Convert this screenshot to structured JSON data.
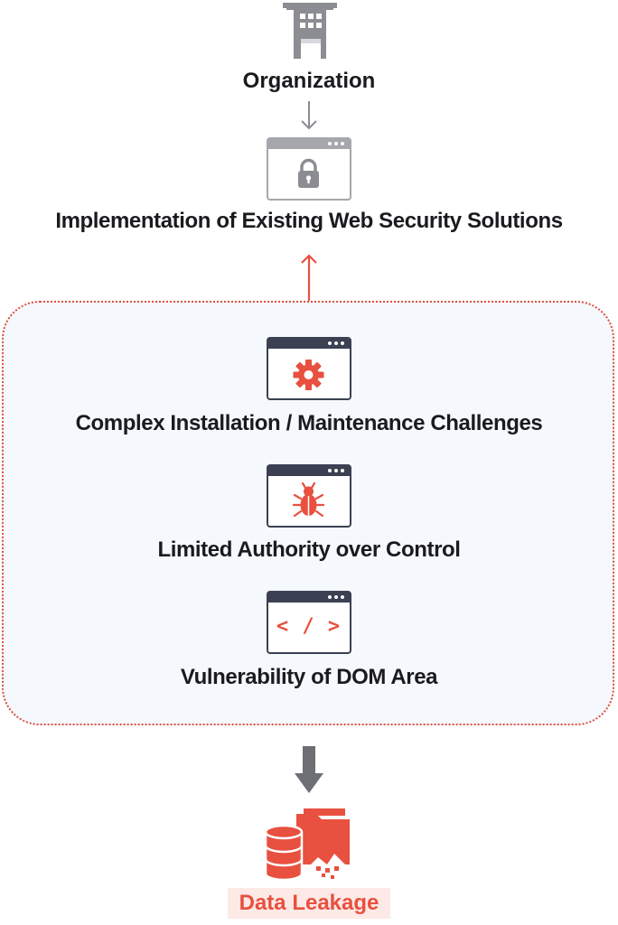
{
  "organization": {
    "label": "Organization",
    "icon": "building-icon"
  },
  "existing_solution": {
    "label": "Implementation of Existing Web Security Solutions",
    "icon": "lock-browser-icon"
  },
  "challenges": [
    {
      "label": "Complex Installation / Maintenance Challenges",
      "icon": "gear-browser-icon"
    },
    {
      "label": "Limited Authority over Control",
      "icon": "bug-browser-icon"
    },
    {
      "label": "Vulnerability of DOM Area",
      "icon": "code-browser-icon",
      "code_glyph": "< / >"
    }
  ],
  "outcome": {
    "label": "Data Leakage",
    "icon": "data-leak-icon"
  },
  "colors": {
    "accent": "#e8503f",
    "gray": "#8c8d93",
    "dark": "#3b4152",
    "text": "#1b1b1f",
    "panel": "#f5f8fc"
  }
}
